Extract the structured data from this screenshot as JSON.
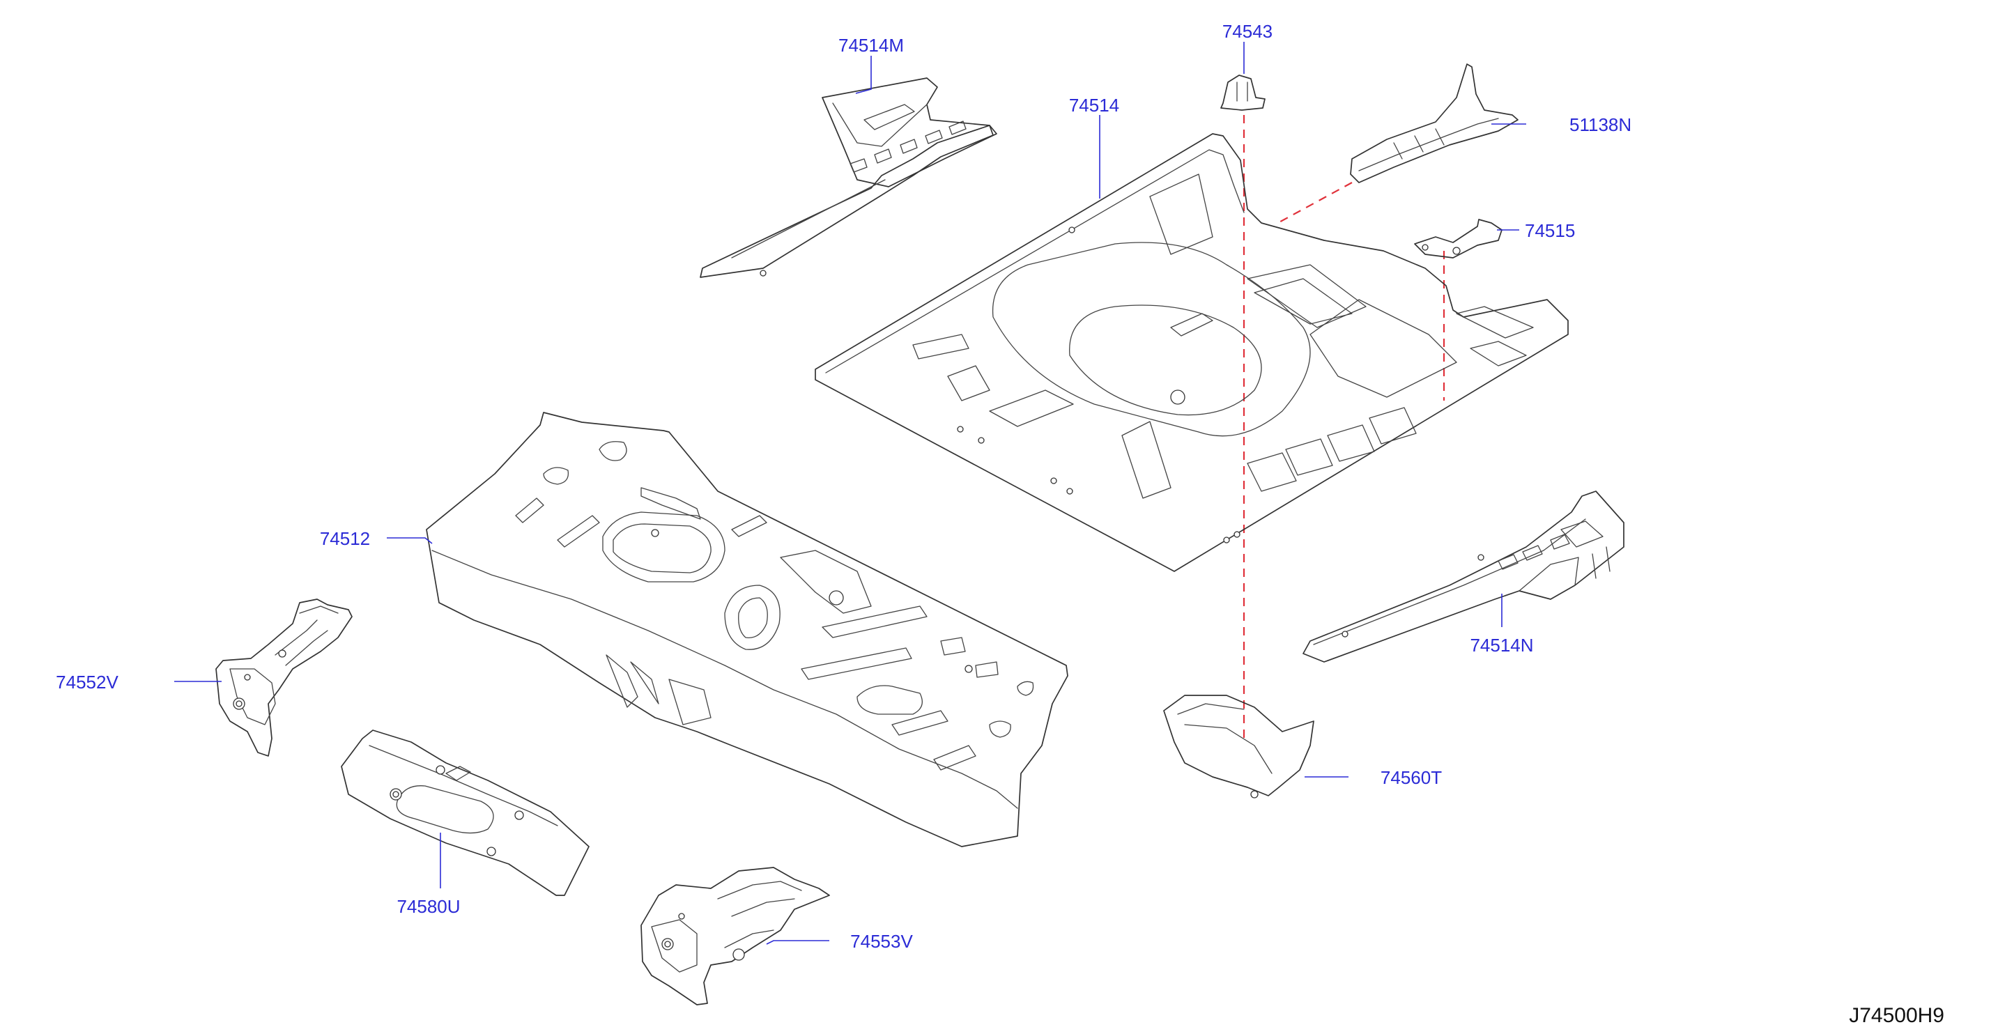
{
  "figure_code": "J74500H9",
  "parts": [
    {
      "key": "74514M",
      "label": "74514M"
    },
    {
      "key": "74514",
      "label": "74514"
    },
    {
      "key": "74543",
      "label": "74543"
    },
    {
      "key": "51138N",
      "label": "51138N"
    },
    {
      "key": "74515",
      "label": "74515"
    },
    {
      "key": "74512",
      "label": "74512"
    },
    {
      "key": "74552V",
      "label": "74552V"
    },
    {
      "key": "74580U",
      "label": "74580U"
    },
    {
      "key": "74553V",
      "label": "74553V"
    },
    {
      "key": "74514N",
      "label": "74514N"
    },
    {
      "key": "74560T",
      "label": "74560T"
    }
  ],
  "colors": {
    "callout_text": "#2b2bd6",
    "leader_line": "#2b2bd6",
    "assembly_line": "#e0313a",
    "part_outline": "#333333",
    "background": "#ffffff"
  }
}
